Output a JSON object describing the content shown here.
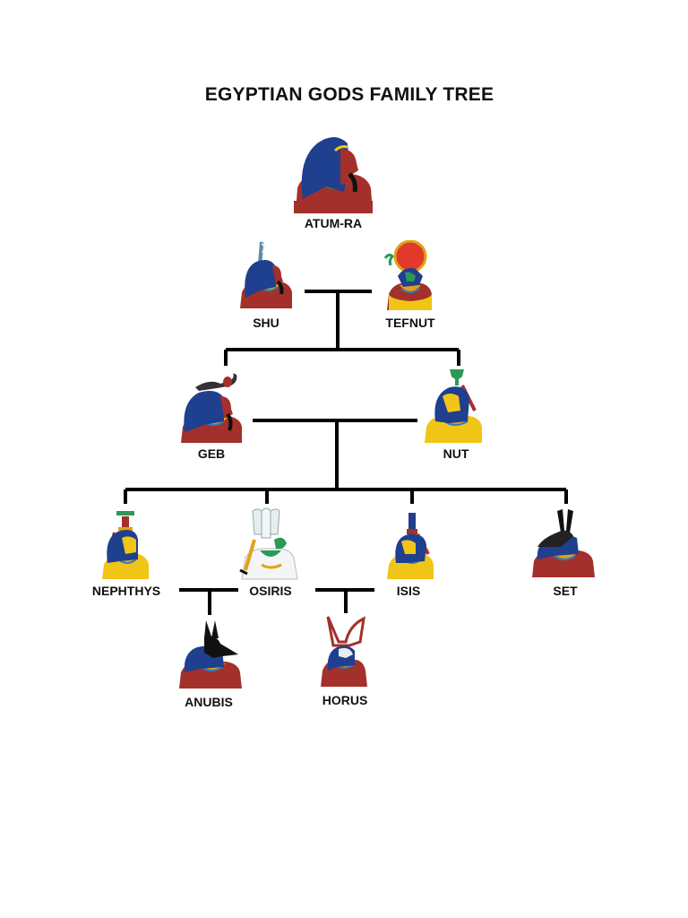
{
  "title": "EGYPTIAN GODS FAMILY TREE",
  "colors": {
    "line": "#000000",
    "robe": "#a3302a",
    "skin": "#f1c418",
    "wig": "#1f3f8f",
    "collar_gold": "#e0a316",
    "collar_blue": "#2f7fc0",
    "collar_green": "#2a9a55",
    "sun_disk": "#e23a2a",
    "crown_white": "#e8eef0"
  },
  "gods": {
    "atum_ra": {
      "label": "ATUM-RA",
      "icon": "atum-ra-figure"
    },
    "shu": {
      "label": "SHU",
      "icon": "shu-figure"
    },
    "tefnut": {
      "label": "TEFNUT",
      "icon": "tefnut-figure"
    },
    "geb": {
      "label": "GEB",
      "icon": "geb-figure"
    },
    "nut": {
      "label": "NUT",
      "icon": "nut-figure"
    },
    "nephthys": {
      "label": "NEPHTHYS",
      "icon": "nephthys-figure"
    },
    "osiris": {
      "label": "OSIRIS",
      "icon": "osiris-figure"
    },
    "isis": {
      "label": "ISIS",
      "icon": "isis-figure"
    },
    "set": {
      "label": "SET",
      "icon": "set-figure"
    },
    "anubis": {
      "label": "ANUBIS",
      "icon": "anubis-figure"
    },
    "horus": {
      "label": "HORUS",
      "icon": "horus-figure"
    }
  }
}
